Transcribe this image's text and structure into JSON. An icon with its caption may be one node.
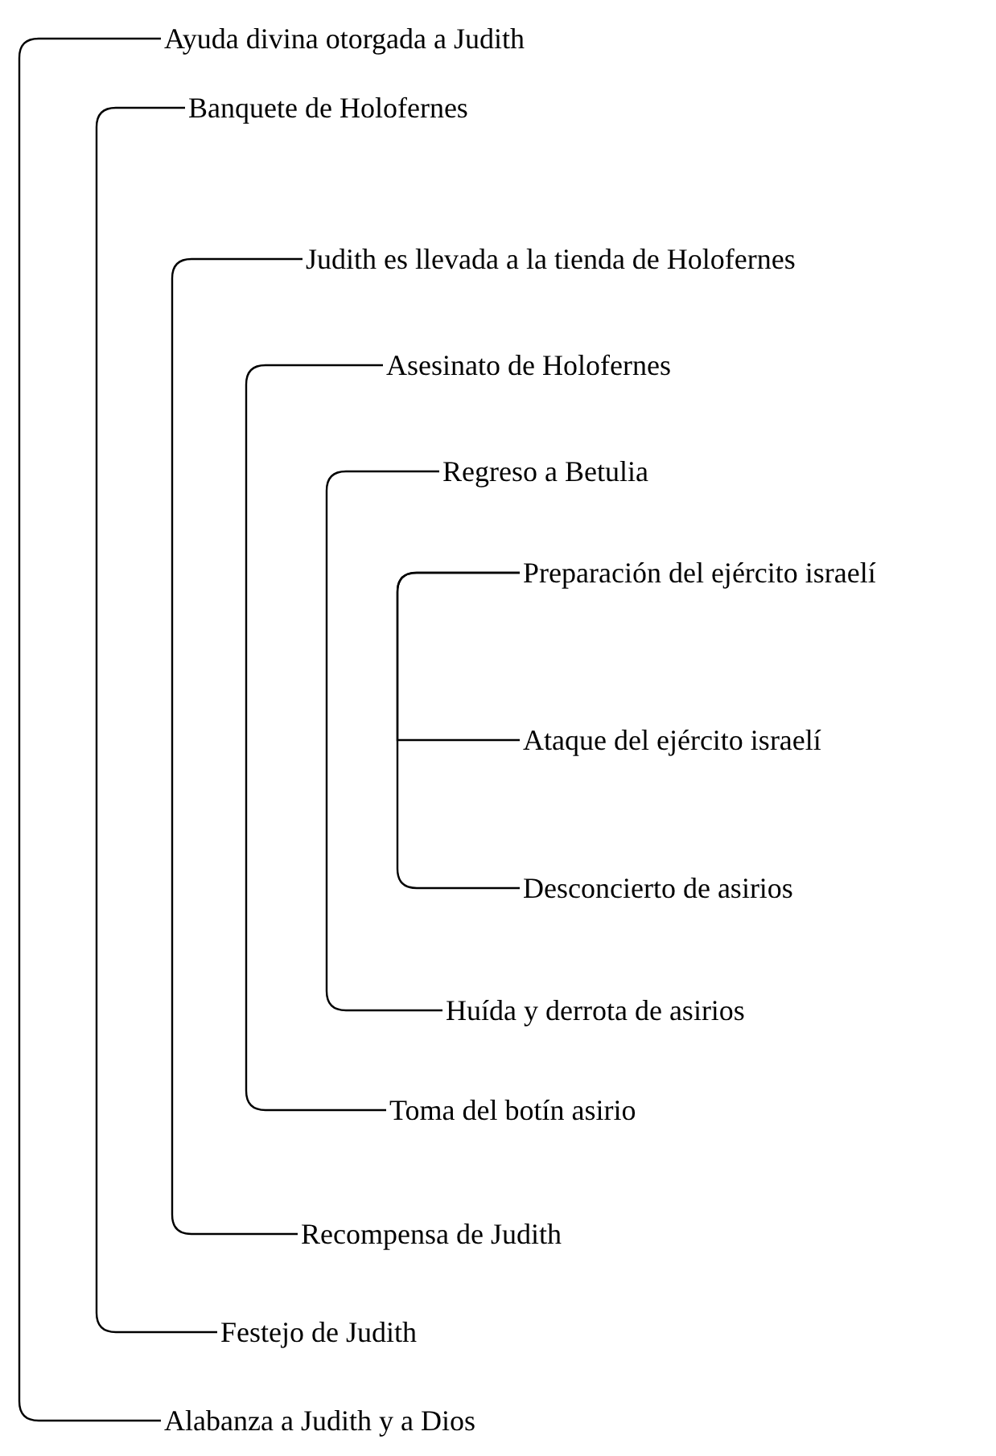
{
  "diagram": {
    "nodes": [
      {
        "text": [
          "Ayuda divina otorgada a Judith"
        ]
      },
      {
        "text": [
          "Banquete de Holofernes"
        ]
      },
      {
        "text": [
          "Judith es llevada a la tienda de Holofernes"
        ]
      },
      {
        "text": [
          "Asesinato de Holofernes"
        ]
      },
      {
        "text": [
          "Regreso a Betulia"
        ]
      },
      {
        "text": [
          "Preparación del ejército israelí"
        ]
      },
      {
        "text": [
          "Ataque del ejército israelí"
        ]
      },
      {
        "text": [
          "Desconcierto de asirios"
        ]
      },
      {
        "text": [
          "Huída y derrota de asirios"
        ]
      },
      {
        "text": [
          "Toma del botín asirio"
        ]
      },
      {
        "text": [
          "Recompensa de Judith"
        ]
      },
      {
        "text": [
          "Festejo de Judith"
        ]
      },
      {
        "text": [
          "Alabanza a Judith y a Dios"
        ]
      }
    ],
    "edges": [
      {
        "from": 0,
        "to": 12,
        "arrow": "none"
      },
      {
        "from": 1,
        "to": 11,
        "arrow": "none"
      },
      {
        "from": 2,
        "to": 10,
        "arrow": "none"
      },
      {
        "from": 3,
        "to": 9,
        "arrow": "none"
      },
      {
        "from": 4,
        "to": 8,
        "arrow": "none"
      },
      {
        "from": 5,
        "to": 7,
        "arrow": "none"
      },
      {
        "from": 5,
        "to": 6,
        "arrow": "none"
      }
    ]
  }
}
